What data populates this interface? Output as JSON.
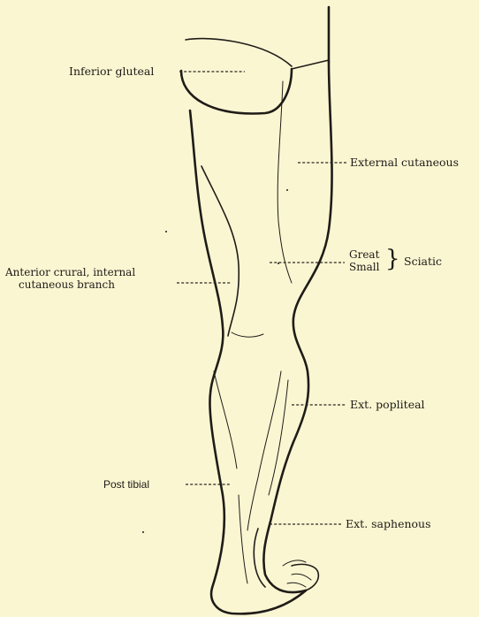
{
  "labels": {
    "inferior_gluteal": "Inferior gluteal",
    "external_cutaneous": "External cutaneous",
    "great": "Great",
    "small": "Small",
    "sciatic": "Sciatic",
    "anterior_crural_line1": "Anterior crural, internal",
    "anterior_crural_line2": "cutaneous branch",
    "ext_popliteal": "Ext. popliteal",
    "post_tibial": "Post tibial",
    "ext_saphenous": "Ext. saphenous"
  },
  "figure": {
    "subject": "posterior view of right leg with cutaneous nerve distribution",
    "line_color": "#1f1c18",
    "background_color": "#fbf6d2"
  }
}
